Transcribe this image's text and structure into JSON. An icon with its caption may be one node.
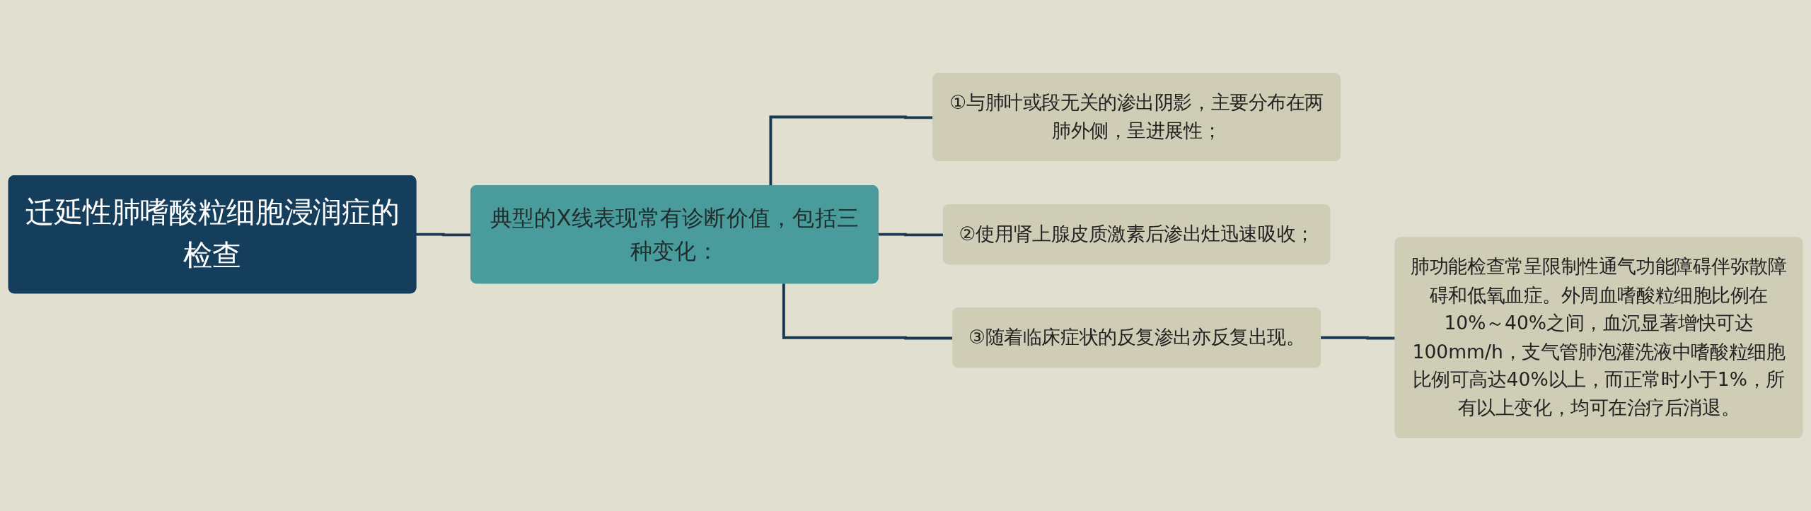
{
  "diagram": {
    "nodes": [
      {
        "text": [
          "迁延性肺嗜酸粒细胞浸润症的检查"
        ]
      },
      {
        "text": [
          "典型的X线表现常有诊断价值，包括三种变化："
        ]
      },
      {
        "text": [
          "①与肺叶或段无关的渗出阴影，主要分布在两肺外侧，呈进展性；"
        ]
      },
      {
        "text": [
          "②使用肾上腺皮质激素后渗出灶迅速吸收；"
        ]
      },
      {
        "text": [
          "③随着临床症状的反复渗出亦反复出现。"
        ]
      },
      {
        "text": [
          "肺功能检查常呈限制性通气功能障碍伴弥散障碍和低氧血症。外周血嗜酸粒细胞比例在10%～40%之间，血沉显著增快可达100mm/h，支气管肺泡灌洗液中嗜酸粒细胞比例可高达40%以上，而正常时小于1%，所有以上变化，均可在治疗后消退。"
        ]
      }
    ],
    "edges": [
      {
        "from": 0,
        "to": 1,
        "arrow": "none"
      },
      {
        "from": 1,
        "to": 2,
        "arrow": "none"
      },
      {
        "from": 1,
        "to": 3,
        "arrow": "none"
      },
      {
        "from": 1,
        "to": 4,
        "arrow": "none"
      },
      {
        "from": 4,
        "to": 5,
        "arrow": "none"
      }
    ]
  }
}
